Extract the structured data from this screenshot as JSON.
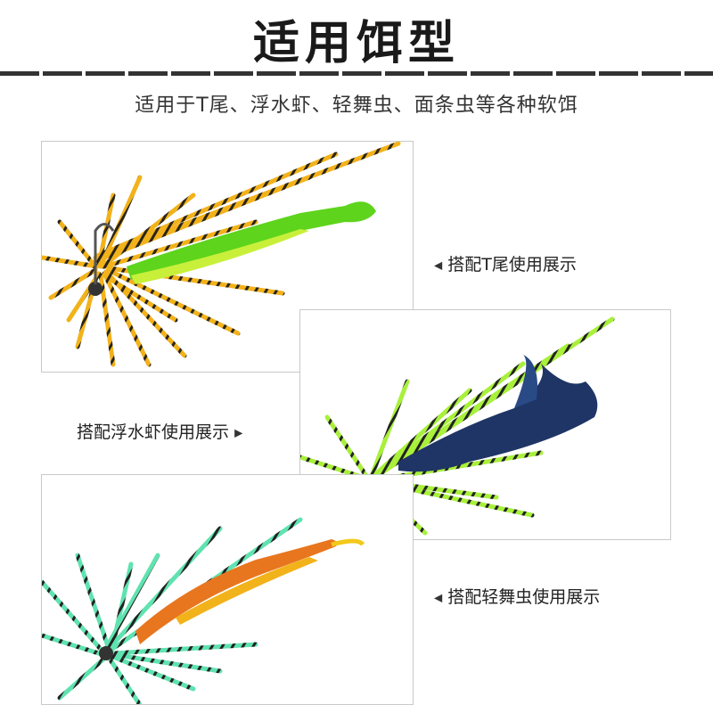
{
  "header": {
    "title": "适用饵型",
    "subtitle": "适用于T尾、浮水虾、轻舞虫、面条虫等各种软饵"
  },
  "captions": {
    "t_tail": "搭配T尾使用展示",
    "floating_shrimp": "搭配浮水虾使用展示",
    "dancing_worm": "搭配轻舞虫使用展示"
  },
  "arrows": {
    "left": "◀",
    "right": "▶"
  },
  "colors": {
    "skirt_yellow": "#f2b21a",
    "skirt_green": "#a8f03a",
    "skirt_teal": "#5fe3b0",
    "lure_green": "#5ed41c",
    "lure_navy": "#1f3566",
    "lure_orange": "#e8761e"
  }
}
